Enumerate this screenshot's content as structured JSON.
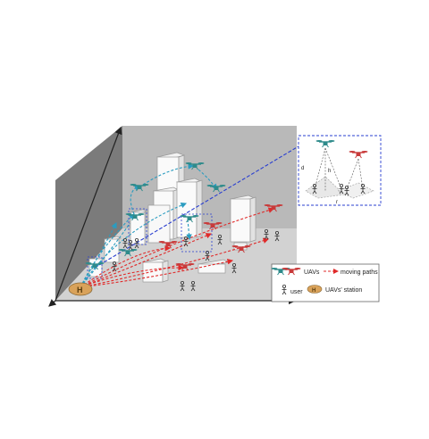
{
  "legend": {
    "uav_label": "UAVs",
    "paths_label": "moving paths",
    "user_label": "user",
    "station_label": "UAVs' station"
  },
  "inset": {
    "h_label": "h",
    "d_label": "d",
    "r_label": "r"
  },
  "colors": {
    "wall": "#7b7b7b",
    "floor": "#d2d2d2",
    "back": "#b9b9b9",
    "uav_teal": "#2e8b8b",
    "uav_red": "#c83a3a",
    "path_red": "#e02a2a",
    "path_teal": "#2a9cc0",
    "path_blue": "#2a3fd0",
    "station": "#d9a25a"
  }
}
